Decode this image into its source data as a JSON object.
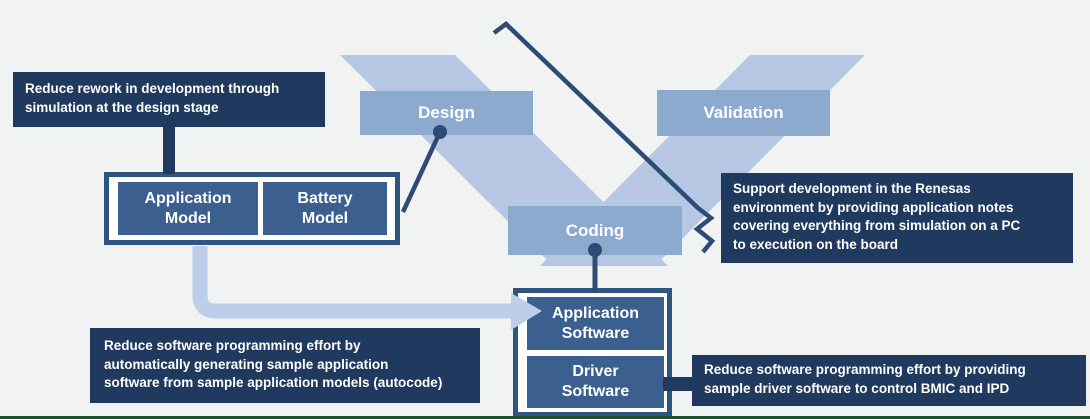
{
  "diagram": {
    "phases": {
      "design": "Design",
      "coding": "Coding",
      "validation": "Validation"
    },
    "model_group": {
      "application_model": "Application\nModel",
      "battery_model": "Battery\nModel"
    },
    "software_group": {
      "application_software": "Application\nSoftware",
      "driver_software": "Driver\nSoftware"
    },
    "annotations": {
      "design_note": "Reduce rework in development through\nsimulation at the design stage",
      "validation_note": "Support development in the Renesas\nenvironment by providing application notes\ncovering everything from simulation on a PC\nto execution on the board",
      "autocode_note": "Reduce software programming effort by\nautomatically generating sample application\nsoftware from sample application models (autocode)",
      "driver_note": "Reduce software programming effort by providing\nsample driver software to control BMIC and IPD"
    },
    "colors": {
      "background": "#f1f2f2",
      "v_band": "#b5c7e2",
      "phase_box": "#8ca9ce",
      "note_box": "#20395e",
      "inner_box": "#3b6090",
      "frame_border": "#2e5480",
      "leader_line": "#2d4b76",
      "flow_arrow": "#bdcfe8",
      "bottom_rule": "#1e4e2b",
      "text": "#ffffff"
    }
  }
}
